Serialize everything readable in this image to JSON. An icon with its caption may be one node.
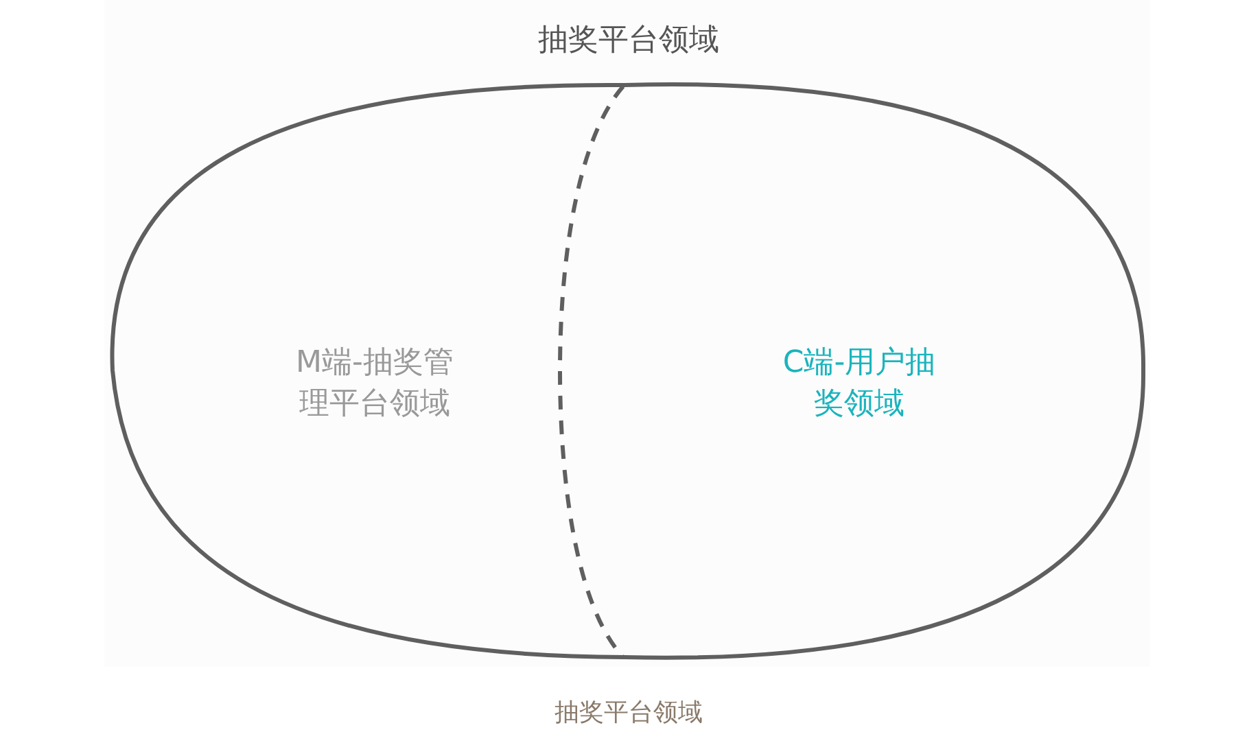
{
  "diagram": {
    "caption": "抽奖平台领域",
    "nodes": [
      {
        "text": [
          "抽奖平台领域"
        ]
      },
      {
        "text": [
          "M端-抽奖管理平台领域"
        ],
        "in": 0
      },
      {
        "text": [
          "C端-用户抽奖领域"
        ],
        "in": 0
      }
    ]
  }
}
